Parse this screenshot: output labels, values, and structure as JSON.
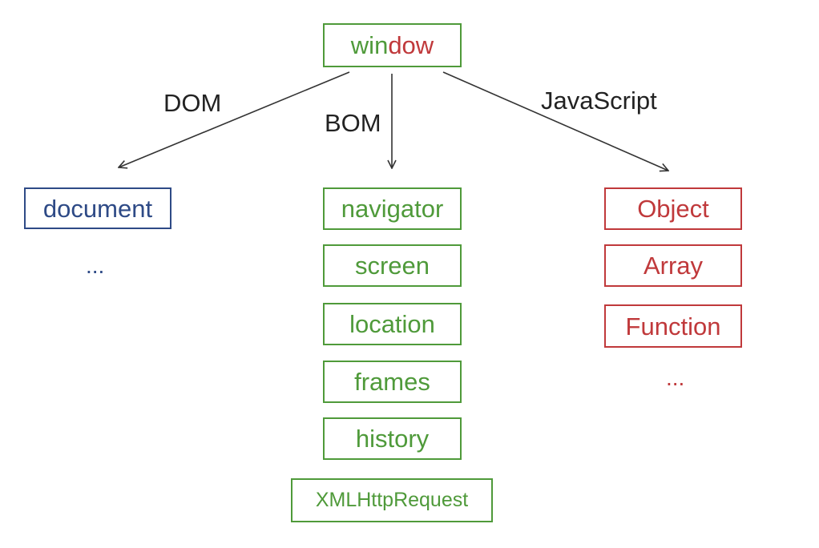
{
  "root": {
    "part1": "win",
    "part2": "dow"
  },
  "edge_labels": {
    "dom": "DOM",
    "bom": "BOM",
    "javascript": "JavaScript"
  },
  "dom_column": {
    "items": [
      "document"
    ],
    "more": "..."
  },
  "bom_column": {
    "items": [
      "navigator",
      "screen",
      "location",
      "frames",
      "history",
      "XMLHttpRequest"
    ]
  },
  "js_column": {
    "items": [
      "Object",
      "Array",
      "Function"
    ],
    "more": "..."
  },
  "colors": {
    "green": "#4f9a3a",
    "blue": "#2e4a86",
    "red": "#c0393b",
    "arrow": "#333333"
  }
}
